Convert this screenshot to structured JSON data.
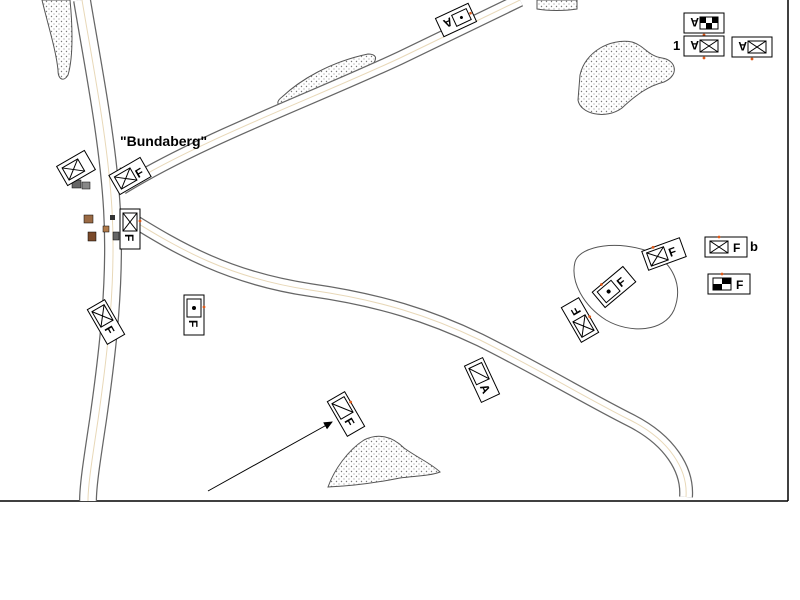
{
  "map": {
    "town_name": "\"Bundaberg\"",
    "callout_1": "1",
    "callout_b": "b",
    "unit_letter_f": "F",
    "unit_letter_a": "A",
    "colors": {
      "road_edge": "#606060",
      "road_center": "#e8d8b8",
      "marker": "#e05a1a",
      "terrain_dots": "#808080",
      "building_brown": "#9a6a44",
      "building_grey": "#606060"
    },
    "icons": [
      "tactical-unit-icon",
      "arrow-icon",
      "building-icon",
      "terrain-patch-icon"
    ]
  }
}
